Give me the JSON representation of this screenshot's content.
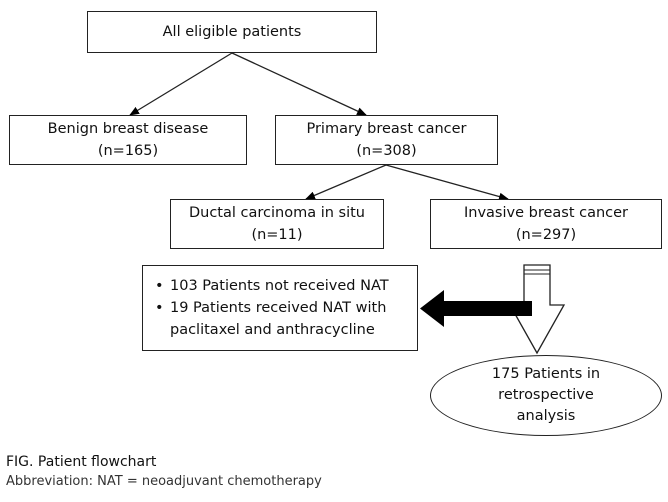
{
  "nodes": {
    "all_eligible": {
      "label": "All eligible patients"
    },
    "benign": {
      "label": "Benign breast disease",
      "count": "(n=165)"
    },
    "primary": {
      "label": "Primary breast cancer",
      "count": "(n=308)"
    },
    "dcis": {
      "label": "Ductal carcinoma in situ",
      "count": "(n=11)"
    },
    "invasive": {
      "label": "Invasive breast cancer",
      "count": "(n=297)"
    },
    "excluded": {
      "items": [
        "103 Patients not received NAT",
        "19 Patients received NAT with",
        "paclitaxel and anthracycline"
      ]
    },
    "analysis": {
      "lines": [
        "175 Patients in",
        "retrospective",
        "analysis"
      ]
    }
  },
  "caption": {
    "title": "FIG.  Patient flowchart",
    "note": "Abbreviation: NAT = neoadjuvant chemotherapy"
  },
  "colors": {
    "line": "#222222",
    "arrow_fill": "#000000",
    "background": "#ffffff"
  }
}
